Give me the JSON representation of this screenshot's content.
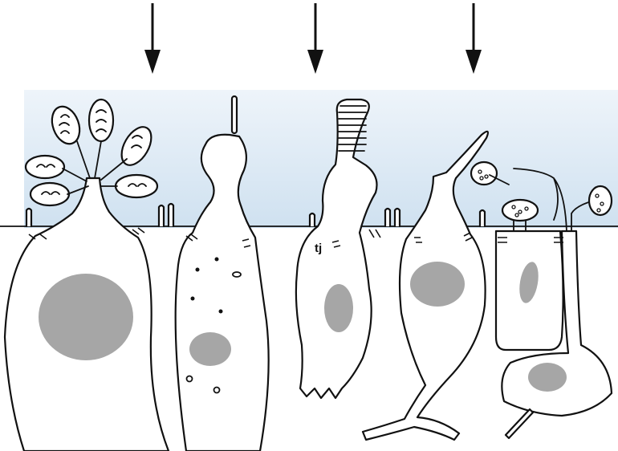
{
  "labels": {
    "tight_junction": "tj"
  },
  "colors": {
    "lumen": "#d8e7f3",
    "nucleus": "#a6a6a6",
    "outline": "#111111"
  },
  "figure": {
    "arrow_count": 3,
    "cell_count": 6
  }
}
